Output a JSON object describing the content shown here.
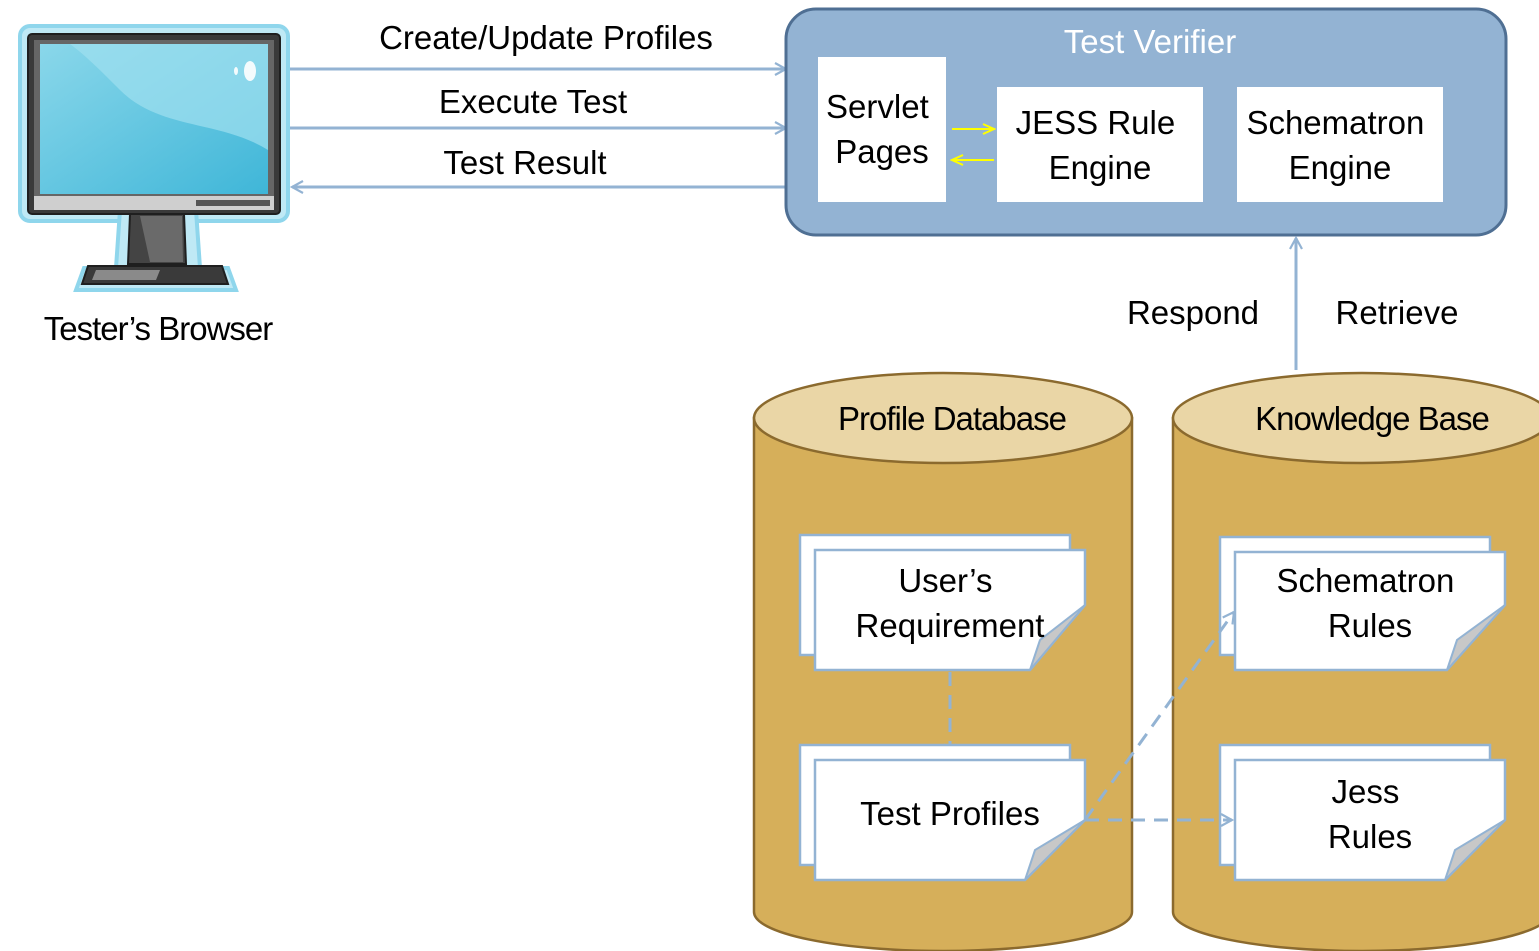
{
  "browser": {
    "label": "Tester’s Browser"
  },
  "verifier": {
    "title": "Test Verifier",
    "servlet": [
      "Servlet",
      "Pages"
    ],
    "jess_engine": [
      "JESS Rule",
      "Engine"
    ],
    "schematron_engine": [
      "Schematron",
      "Engine"
    ]
  },
  "arrows": {
    "create_update": "Create/Update Profiles",
    "execute": "Execute Test",
    "result": "Test Result",
    "respond": "Respond",
    "retrieve": "Retrieve"
  },
  "profile_db": {
    "title": "Profile Database",
    "users_requirement": [
      "User’s",
      "Requirement"
    ],
    "test_profiles": [
      "Test Profiles"
    ]
  },
  "knowledge_base": {
    "title": "Knowledge Base",
    "schematron_rules": [
      "Schematron",
      "Rules"
    ],
    "jess_rules": [
      "Jess",
      "Rules"
    ]
  },
  "colors": {
    "verifier_fill": "#93b3d3",
    "verifier_stroke": "#4f6f93",
    "arrow": "#93b3d3",
    "cylinder_fill": "#d6af5a",
    "cylinder_top": "#ead6a6",
    "cylinder_stroke": "#8b6a2e",
    "inner_arrow": "#ffff00",
    "monitor_outline": "#8fd6ec",
    "monitor_screen": "#5fc4e0"
  }
}
